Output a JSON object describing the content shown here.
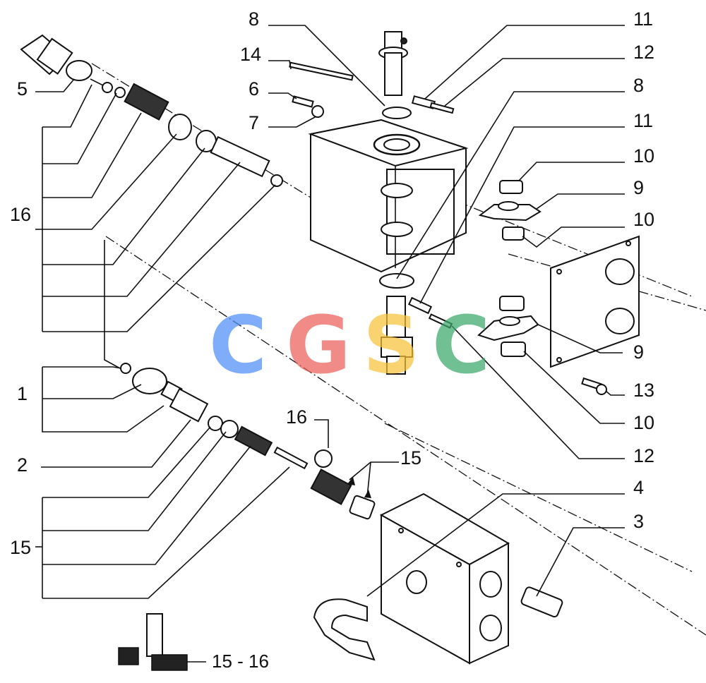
{
  "callouts": {
    "c1": "1",
    "c2": "2",
    "c3": "3",
    "c4": "4",
    "c5": "5",
    "c6": "6",
    "c7": "7",
    "c8a": "8",
    "c8b": "8",
    "c9a": "9",
    "c9b": "9",
    "c10a": "10",
    "c10b": "10",
    "c10c": "10",
    "c11a": "11",
    "c11b": "11",
    "c12a": "12",
    "c12b": "12",
    "c13": "13",
    "c14": "14",
    "c15a": "15",
    "c15b": "15",
    "c16a": "16",
    "c16b": "16"
  },
  "kit_label": "15 - 16",
  "watermark": {
    "letters": [
      "C",
      "G",
      "S",
      "C"
    ],
    "colors": [
      "#4f8ef7",
      "#ec5f5a",
      "#f6c33a",
      "#3aa96b"
    ]
  }
}
